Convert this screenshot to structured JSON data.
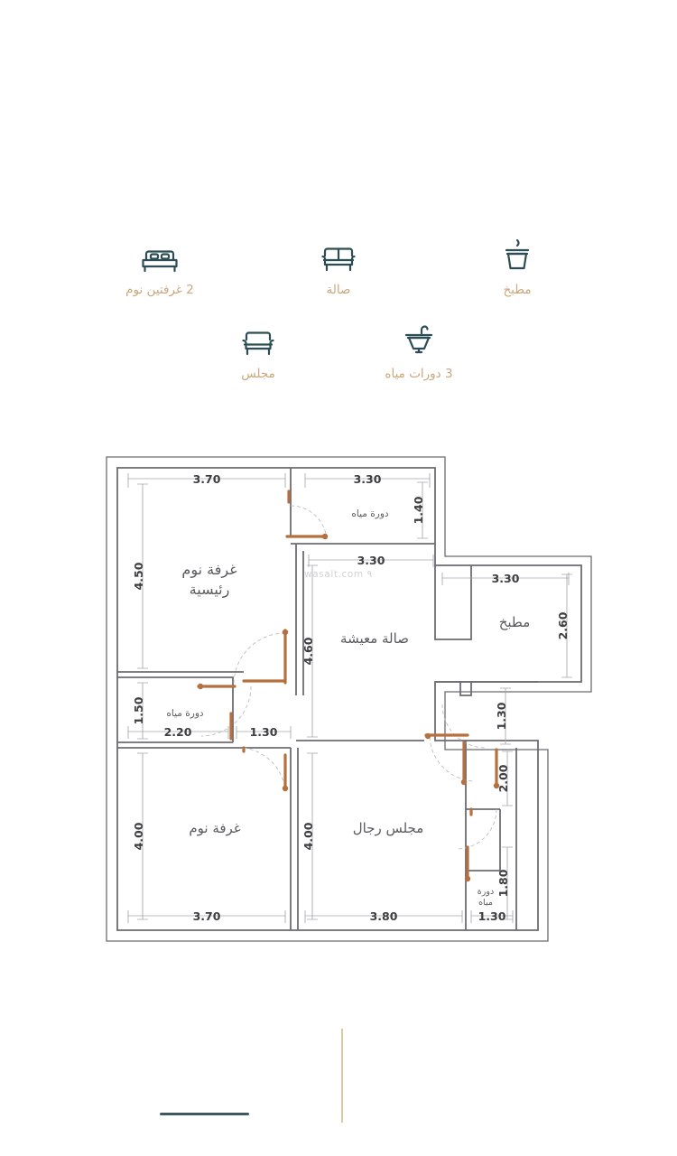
{
  "amenities": {
    "row1": [
      {
        "icon": "kitchen-pot-icon",
        "label": "مطبخ"
      },
      {
        "icon": "sofa-icon",
        "label": "صالة"
      },
      {
        "icon": "bed-icon",
        "label": "2 غرفتين نوم"
      }
    ],
    "row2": [
      {
        "icon": "sink-icon",
        "label": "3 دورات مياه"
      },
      {
        "icon": "armchair-icon",
        "label": "مجلس"
      }
    ]
  },
  "watermark": "wasalt.com ٩",
  "floor_plan": {
    "rooms": [
      {
        "name": "master-bedroom",
        "label_line1": "غرفة نوم",
        "label_line2": "رئيسية",
        "width": "3.70",
        "height": "4.50"
      },
      {
        "name": "bathroom-1",
        "label_line1": "دورة مياه",
        "label_line2": "",
        "width": "3.30",
        "height": "1.40"
      },
      {
        "name": "living-hall",
        "label_line1": "صالة معيشة",
        "label_line2": "",
        "width": "3.30",
        "height": "4.60"
      },
      {
        "name": "kitchen",
        "label_line1": "مطبخ",
        "label_line2": "",
        "width": "3.30",
        "height": "2.60"
      },
      {
        "name": "bathroom-2",
        "label_line1": "دورة مياه",
        "label_line2": "",
        "width": "2.20",
        "height": "1.50"
      },
      {
        "name": "bedroom-2",
        "label_line1": "غرفة نوم",
        "label_line2": "",
        "width": "3.70",
        "height": "4.00"
      },
      {
        "name": "majlis",
        "label_line1": "مجلس رجال",
        "label_line2": "",
        "width": "3.80",
        "height": "4.00"
      },
      {
        "name": "bathroom-3",
        "label_line1": "دورة",
        "label_line2": "مياه",
        "width": "1.30",
        "height": "1.80"
      }
    ],
    "dimensions": {
      "top_left": "3.70",
      "top_right": "3.30",
      "bath1_height": "1.40",
      "hall_width": "3.30",
      "hall_height": "4.60",
      "master_height": "4.50",
      "kitchen_width": "3.30",
      "kitchen_height": "2.60",
      "bath2_width": "2.20",
      "bath2_height": "1.50",
      "corridor_width": "1.30",
      "bedroom2_height": "4.00",
      "bedroom2_width": "3.70",
      "majlis_height": "4.00",
      "majlis_width": "3.80",
      "right_upper": "1.30",
      "right_mid": "2.00",
      "bath3_height": "1.80",
      "bath3_width": "1.30"
    },
    "colors": {
      "wall": "#6b6b72",
      "thin_line": "#9a9aa0",
      "door": "#b5703f",
      "swing": "#bcbcc2",
      "text": "#5a5a5f",
      "accent": "#c9a87c",
      "icon": "#2d4d54"
    }
  }
}
